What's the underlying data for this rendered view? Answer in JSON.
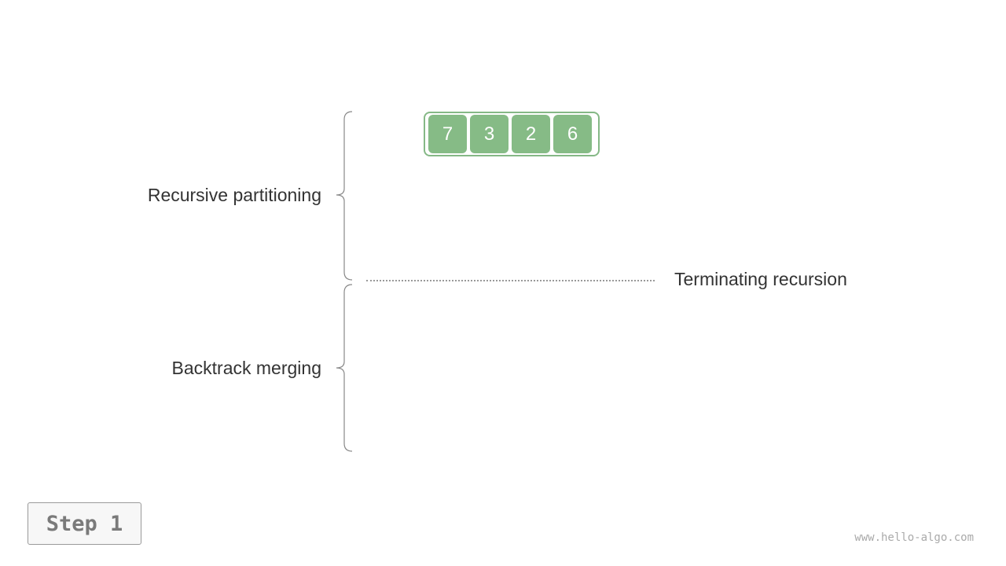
{
  "labels": {
    "recursive_partitioning": "Recursive partitioning",
    "backtrack_merging": "Backtrack merging",
    "terminating_recursion": "Terminating recursion"
  },
  "array": {
    "values": [
      "7",
      "3",
      "2",
      "6"
    ]
  },
  "step": {
    "label": "Step 1"
  },
  "watermark": "www.hello-algo.com",
  "colors": {
    "cell_fill": "#86bb86",
    "cell_border": "#85b886",
    "text": "#333333",
    "brace": "#888888",
    "divider": "#999999"
  }
}
